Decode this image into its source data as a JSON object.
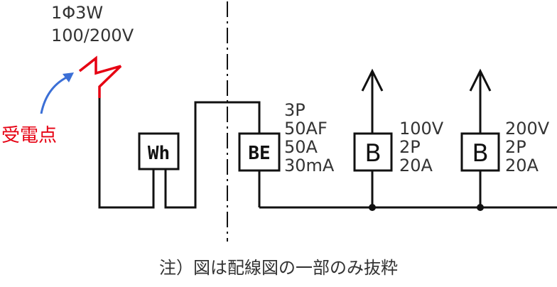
{
  "supply": {
    "phase": "1Φ3W",
    "voltage": "100/200V"
  },
  "receiving_point": {
    "label": "受電点"
  },
  "meter": {
    "label": "Wh"
  },
  "main_breaker": {
    "label": "BE",
    "specs": [
      "3P",
      "50AF",
      "50A",
      "30mA"
    ]
  },
  "branch_breakers": [
    {
      "label": "B",
      "specs": [
        "100V",
        "2P",
        "20A"
      ]
    },
    {
      "label": "B",
      "specs": [
        "200V",
        "2P",
        "20A"
      ]
    }
  ],
  "note": "注）図は配線図の一部のみ抜粋",
  "colors": {
    "line": "#111111",
    "receiving_point": "#e60012",
    "pointer_arrow": "#3b6fd6"
  }
}
